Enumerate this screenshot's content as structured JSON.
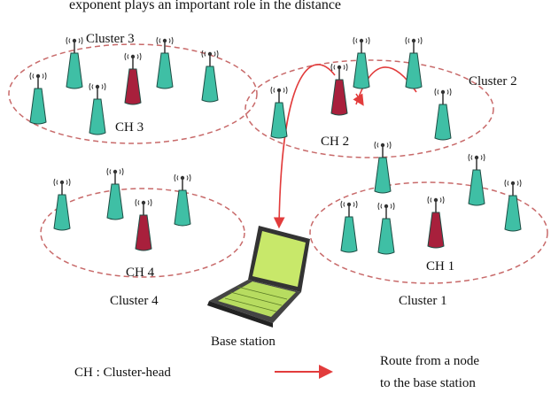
{
  "top_text": "exponent plays an important role in the distance",
  "clusters": [
    {
      "id": "cluster-3",
      "label": "Cluster 3",
      "head_label": "CH 3"
    },
    {
      "id": "cluster-2",
      "label": "Cluster 2",
      "head_label": "CH 2"
    },
    {
      "id": "cluster-4",
      "label": "Cluster 4",
      "head_label": "CH 4"
    },
    {
      "id": "cluster-1",
      "label": "Cluster 1",
      "head_label": "CH 1"
    }
  ],
  "base_station": {
    "label": "Base station"
  },
  "legend": {
    "cluster_head": "CH : Cluster-head",
    "route_line1": "Route from a node",
    "route_line2": "to the base station"
  },
  "colors": {
    "node_fill": "#3fbfa5",
    "head_fill": "#a8203c",
    "cluster_outline": "#c86a6a",
    "route": "#e23c3c",
    "laptop_screen": "#c8e86a"
  },
  "icons": {
    "node": "antenna-node-icon",
    "head": "cluster-head-antenna-icon",
    "base": "laptop-icon"
  }
}
